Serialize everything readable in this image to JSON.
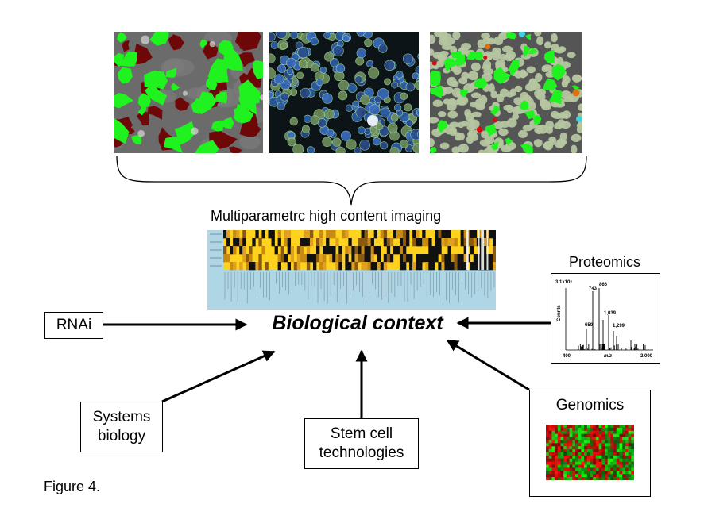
{
  "imaging": {
    "caption": "Multiparametrc high content imaging"
  },
  "center": {
    "label": "Biological context"
  },
  "inputs": {
    "rnai": "RNAi",
    "systems_line1": "Systems",
    "systems_line2": "biology",
    "stem_line1": "Stem cell",
    "stem_line2": "technologies",
    "proteomics": "Proteomics",
    "genomics": "Genomics"
  },
  "spectrum": {
    "ytitle": "3.1x10⁵",
    "ylabel": "Counts",
    "xlabel": "m/z",
    "xmin": "400",
    "xmax": "2,000",
    "peak_labels": [
      "743",
      "866",
      "1,039",
      "1,299",
      "650"
    ]
  },
  "figure_label": "Figure 4.",
  "colors": {
    "cell_green": "#1ff21f",
    "cell_red": "#7a0a0a",
    "heatmap_bg": "#aed6e5",
    "heatmap_yellow": "#ffd21e"
  }
}
